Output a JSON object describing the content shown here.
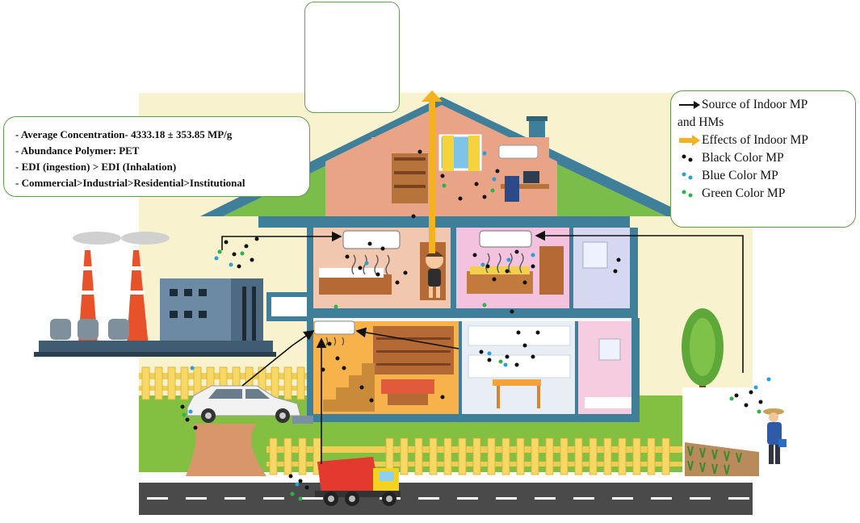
{
  "info_box": {
    "lines": [
      "- Average Concentration-  4333.18 ± 353.85 MP/g",
      "- Abundance Polymer:  PET",
      "- EDI  (ingestion) > EDI  (Inhalation)",
      "- Commercial>Industrial>Residential>Institutional"
    ]
  },
  "legend": {
    "source_line1": "Source of Indoor MP",
    "source_line2": "and HMs",
    "effects": "Effects of Indoor MP",
    "black": "Black Color MP",
    "blue": "Blue Color MP",
    "green": "Green Color MP"
  },
  "colors": {
    "black_mp": "#111111",
    "blue_mp": "#2a9fd6",
    "green_mp": "#2bb24a",
    "effects_arrow": "#f5b21f",
    "source_arrow": "#111111",
    "roof": "#3f7f99",
    "sky": "#f7f1cc",
    "grass": "#7dbb3c",
    "road": "#4e4e4e",
    "fence": "#f4d25c"
  },
  "icons": [
    "kidney-icon",
    "uterus-icon",
    "sperm-icon",
    "liver-icon",
    "toxic-hazard-icon",
    "nerve-cell-icon",
    "heart-icon",
    "brain-icon",
    "person-icon",
    "factory-icon",
    "car-icon",
    "truck-icon",
    "farmer-icon",
    "boy-icon"
  ]
}
